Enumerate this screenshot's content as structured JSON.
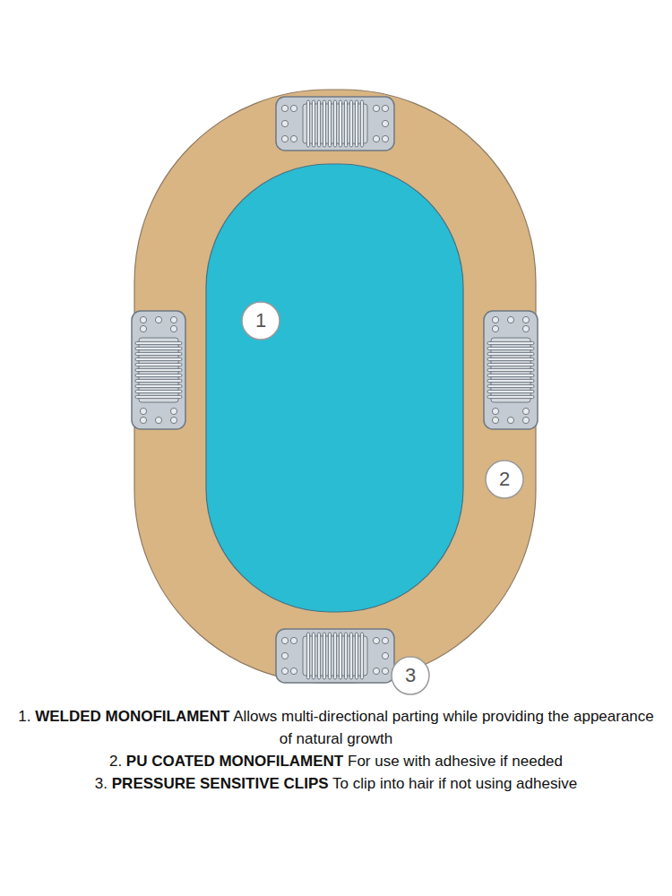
{
  "diagram": {
    "nodes": [
      {
        "text": [
          "1"
        ]
      },
      {
        "text": [
          "2"
        ]
      },
      {
        "text": [
          "3"
        ]
      }
    ],
    "labels": [
      "1.",
      "WELDED MONOFILAMENT",
      "Allows multi-directional parting while providing the appearance of natural growth",
      "2.",
      "PU COATED MONOFILAMENT",
      "For use with adhesive if needed",
      "3.",
      "PRESSURE SENSITIVE CLIPS",
      "To clip into hair if not using adhesive"
    ]
  }
}
